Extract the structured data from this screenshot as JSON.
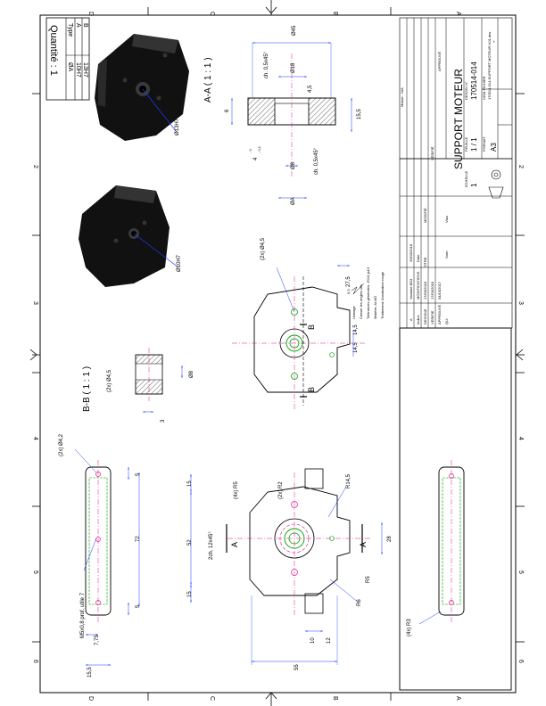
{
  "border": {
    "zone_letters": [
      "D",
      "C",
      "B",
      "A"
    ],
    "zone_numbers": [
      "1",
      "2",
      "3",
      "4",
      "5",
      "6"
    ]
  },
  "quantity_table": {
    "title": "Quantité : 1",
    "header": [
      "Type",
      "ØA"
    ],
    "rows": [
      [
        "A",
        "10H7"
      ],
      [
        "B",
        "13H7"
      ]
    ]
  },
  "labels_3d": {
    "bore_13": "Ø13H7",
    "bore_10": "Ø10H7"
  },
  "section_aa": {
    "title": "A-A ( 1 : 1 )",
    "dims": {
      "d45": "Ø45",
      "chamfer_top": "ch. 0,5x45°",
      "d18": "Ø18",
      "depth": "4,5",
      "h6": "6",
      "h15_5": "15,5",
      "tol": "4 -0\n -0,1",
      "tol_main": "4",
      "tol_up": "- 0",
      "tol_low": "- 0,1",
      "d8": "Ø8",
      "chamfer_bot": "ch. 0,5x45°",
      "dA": "ØA"
    }
  },
  "section_bb": {
    "title": "B-B ( 1 : 1 )",
    "dims": {
      "holes": "(2x) Ø4,5",
      "d8": "Ø8",
      "h3": "3"
    }
  },
  "top_view": {
    "dims": {
      "holes": "(2x) Ø4,5",
      "len": "27,5",
      "w1": "14,5",
      "w2": "14,5",
      "section_b": "B"
    }
  },
  "notes": {
    "roughness": "Usinage",
    "roughness_val": "6,3",
    "line1": "Casser les angles vifs",
    "line2": "Tolérances générales: JS13-js13",
    "line3": "Matière: AU4G",
    "line4": "Traitement: Anodisation rouge"
  },
  "main_view": {
    "dims": {
      "d15a": "15",
      "d52": "52",
      "d15b": "15",
      "chamfer": "2ch. 12x45°",
      "r5": "(4x) R5",
      "r2": "(2x) R2",
      "r14": "R14,5",
      "r5b": "R5",
      "r6": "R6",
      "d28": "28",
      "d10": "10",
      "d12": "12",
      "d55": "55",
      "section_a": "A"
    }
  },
  "side_view": {
    "dims": {
      "holes": "(2x) Ø4,2",
      "d5a": "5",
      "d72": "72",
      "d5b": "5",
      "d7_75": "7,75",
      "d15_5": "15,5",
      "thread": "M5x0,8 prof. utile 7"
    }
  },
  "side_view_right": {
    "radius": "(4x) R3"
  },
  "mass": "Masse : N/A",
  "title_block": {
    "revision": {
      "letter": "A",
      "text": "Variante Ø13",
      "date": "29/03/2018"
    },
    "rev_header": {
      "c1": "Indice",
      "c2": "MODIFICATIONS",
      "c3": "Date"
    },
    "drawn": {
      "role": "DESSINE",
      "date": "17/03/2018"
    },
    "checked": {
      "role": "VERIFIE",
      "date": "17/03/2018"
    },
    "approved": {
      "role": "APPROUVE",
      "date": "04/10/2017"
    },
    "names_col": "Nom",
    "visa": "Visa",
    "modifie": "MODIFIÉ",
    "verifie": "VÉRIFIÉ",
    "approuve": "APPROUVÉ",
    "title_label": "TITRE",
    "title": "SUPPORT MOTEUR",
    "drawing_no_label": "DESSIN N°",
    "drawing_no": "170514-014",
    "file_label": "NOM FICHIER",
    "file": "170514-014-SUPPORT MOTEUR N01.drw",
    "sheet_label": "FEUILLE",
    "sheet": "1 / 1",
    "scale_label": "ECHELLE",
    "scale": "1",
    "format_label": "FORMAT",
    "format": "A3",
    "dash": "-",
    "qual": "QU:"
  }
}
